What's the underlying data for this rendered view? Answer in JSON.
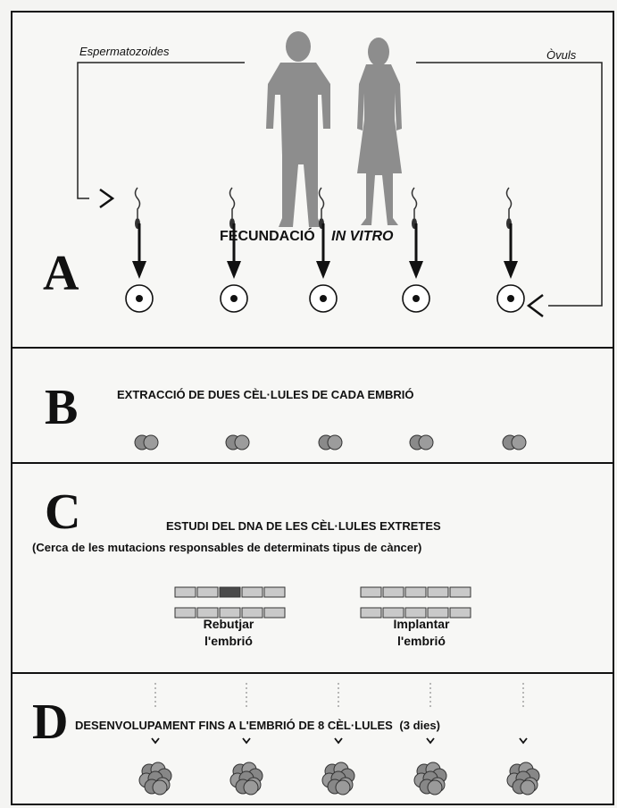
{
  "panel_a": {
    "letter": "A",
    "sperm_label": "Espermatozoides",
    "ovule_label": "Òvuls",
    "title_main": "FECUNDACIÓ",
    "title_italic": "IN VITRO"
  },
  "panel_b": {
    "letter": "B",
    "title": "EXTRACCIÓ DE DUES CÈL·LULES DE CADA EMBRIÓ"
  },
  "panel_c": {
    "letter": "C",
    "title": "ESTUDI DEL DNA DE LES CÈL·LULES EXTRETES",
    "subtitle": "(Cerca de les mutacions responsables de determinats tipus de càncer)",
    "reject_line1": "Rebutjar",
    "reject_line2": "l'embrió",
    "implant_line1": "Implantar",
    "implant_line2": "l'embrió"
  },
  "panel_d": {
    "letter": "D",
    "title": "DESENVOLUPAMENT FINS A L'EMBRIÓ DE 8 CÈL·LULES",
    "days": "(3 dies)"
  }
}
